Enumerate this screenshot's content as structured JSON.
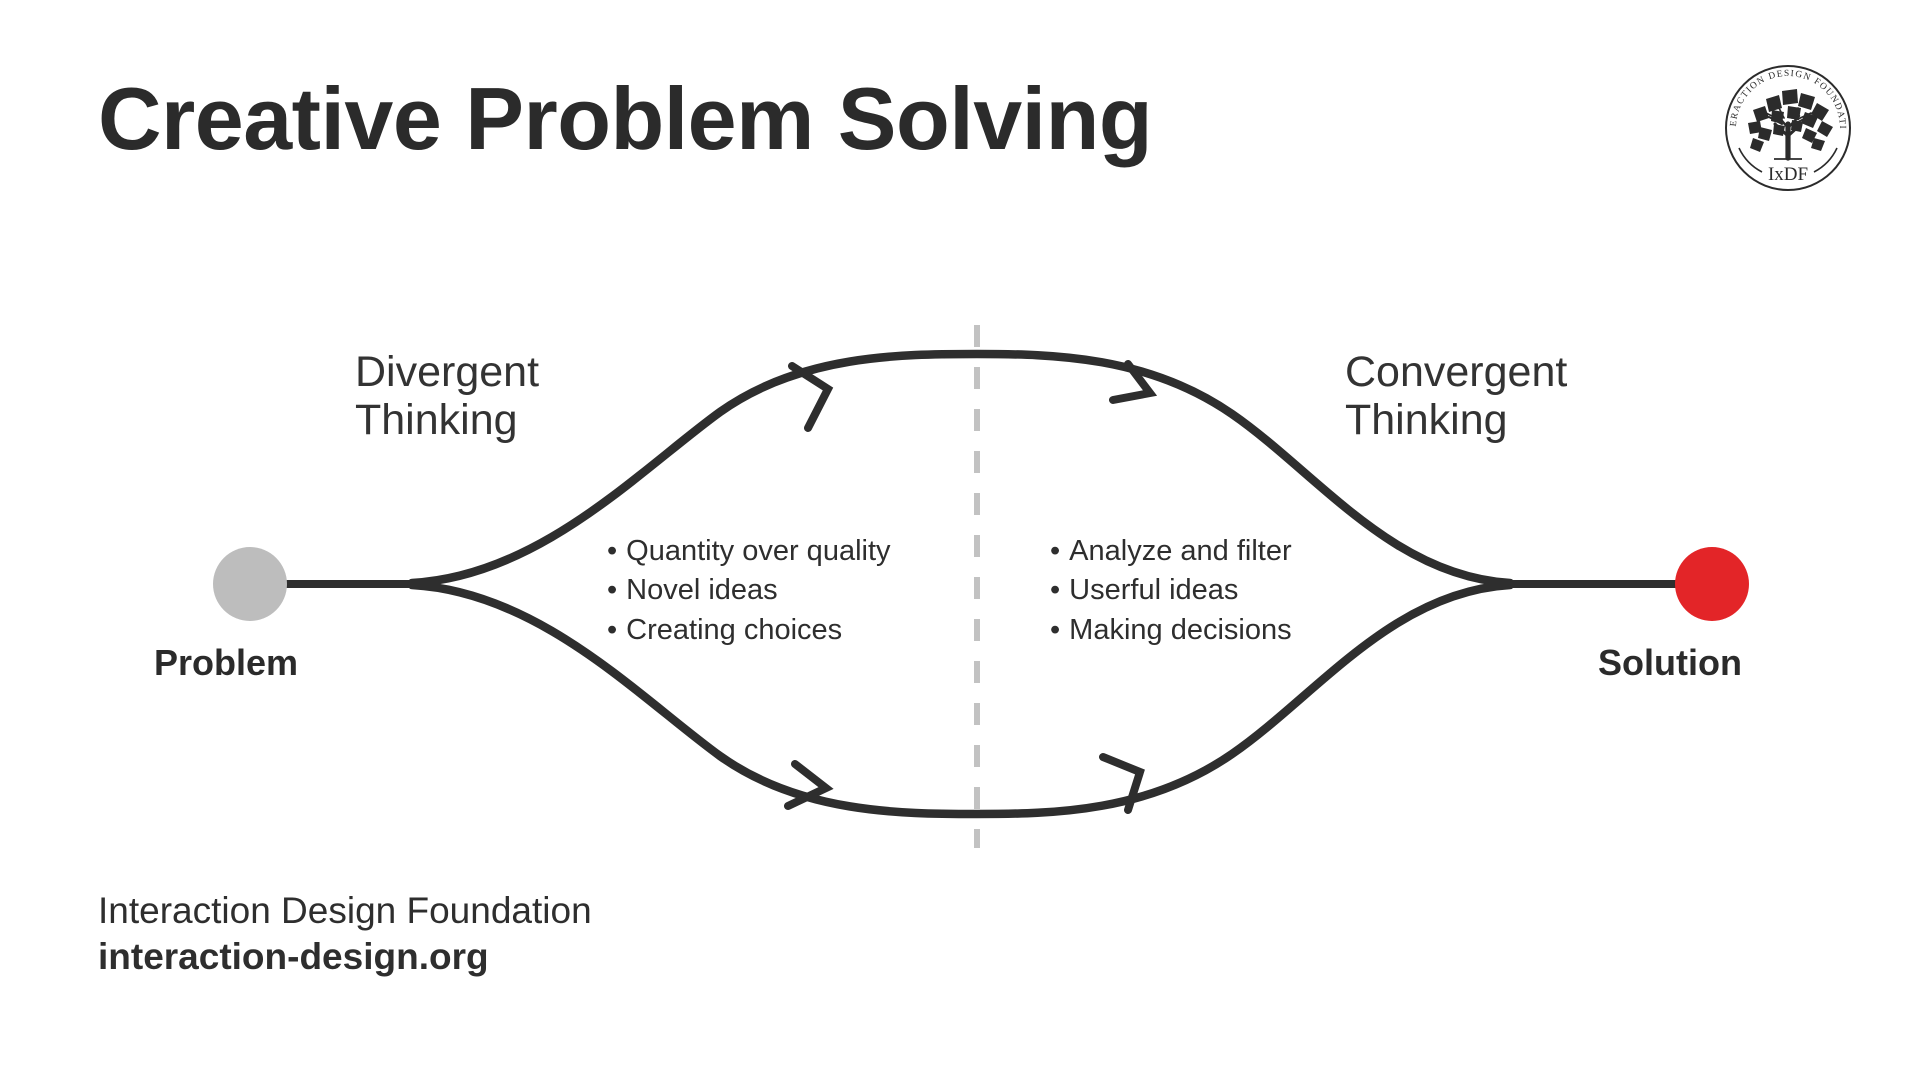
{
  "slide": {
    "title": "Creative Problem Solving",
    "background_color": "#ffffff"
  },
  "logo": {
    "name": "ixdf-seal-logo",
    "ring_text": "INTERACTION DESIGN FOUNDATION",
    "monogram": "IxDF",
    "color": "#2b2b2b"
  },
  "diagram": {
    "type": "double-diamond-divergent-convergent",
    "stroke_color": "#2e2e2e",
    "divider": {
      "label": "dashed-midline",
      "color": "#c2c2c2",
      "dash": "22 20"
    },
    "start_node": {
      "label": "Problem",
      "color": "#bdbdbd"
    },
    "end_node": {
      "label": "Solution",
      "color": "#e32528"
    },
    "phases": [
      {
        "heading": "Divergent\nThinking",
        "bullets": [
          "Quantity over quality",
          "Novel ideas",
          "Creating choices"
        ]
      },
      {
        "heading": "Convergent\nThinking",
        "bullets": [
          "Analyze and filter",
          "Userful ideas",
          "Making decisions"
        ]
      }
    ],
    "bullet_glyph": "•"
  },
  "footer": {
    "organization": "Interaction Design Foundation",
    "url": "interaction-design.org"
  }
}
